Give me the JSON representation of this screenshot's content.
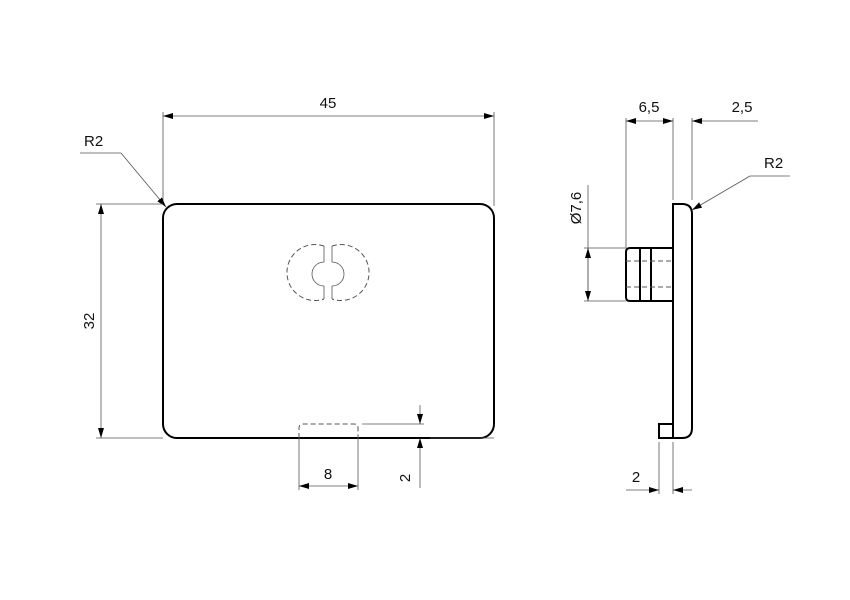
{
  "drawing": {
    "front_view": {
      "width_label": "45",
      "height_label": "32",
      "corner_radius_label": "R2",
      "slot_width_label": "8",
      "slot_depth_label": "2"
    },
    "side_view": {
      "boss_length_label": "6,5",
      "plate_thickness_label": "2,5",
      "boss_diameter_label": "Ø7,6",
      "corner_radius_label": "R2",
      "lip_label": "2"
    }
  }
}
